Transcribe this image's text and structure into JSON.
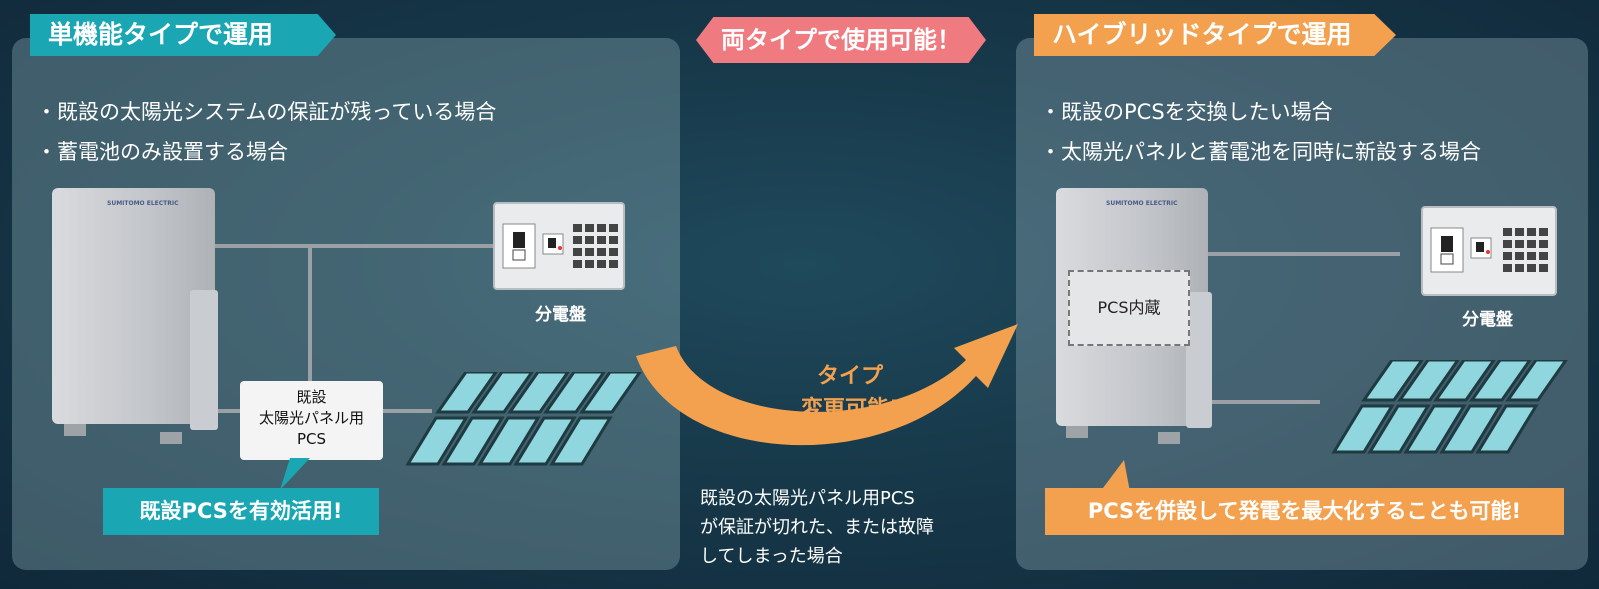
{
  "left": {
    "tag": "単機能タイプで運用",
    "bullets": [
      "既設の太陽光システムの保証が残っている場合",
      "蓄電池のみ設置する場合"
    ],
    "panel_label": "分電盤",
    "pcs_box": [
      "既設",
      "太陽光パネル用",
      "PCS"
    ],
    "callout": "既設PCSを有効活用!"
  },
  "center": {
    "tag": "両タイプで使用可能！",
    "arrow_text": [
      "タイプ",
      "変更可能!"
    ],
    "note": [
      "既設の太陽光パネル用PCS",
      "が保証が切れた、または故障",
      "してしまった場合"
    ]
  },
  "right": {
    "tag": "ハイブリッドタイプで運用",
    "bullets": [
      "既設のPCSを交換したい場合",
      "太陽光パネルと蓄電池を同時に新設する場合"
    ],
    "panel_label": "分電盤",
    "pcs_internal": "PCS内蔵",
    "callout": "PCSを併設して発電を最大化することも可能!"
  },
  "brand": "SUMITOMO ELECTRIC",
  "colors": {
    "teal": "#1aa6b2",
    "orange": "#f3a14f",
    "pink": "#ef7b80"
  }
}
